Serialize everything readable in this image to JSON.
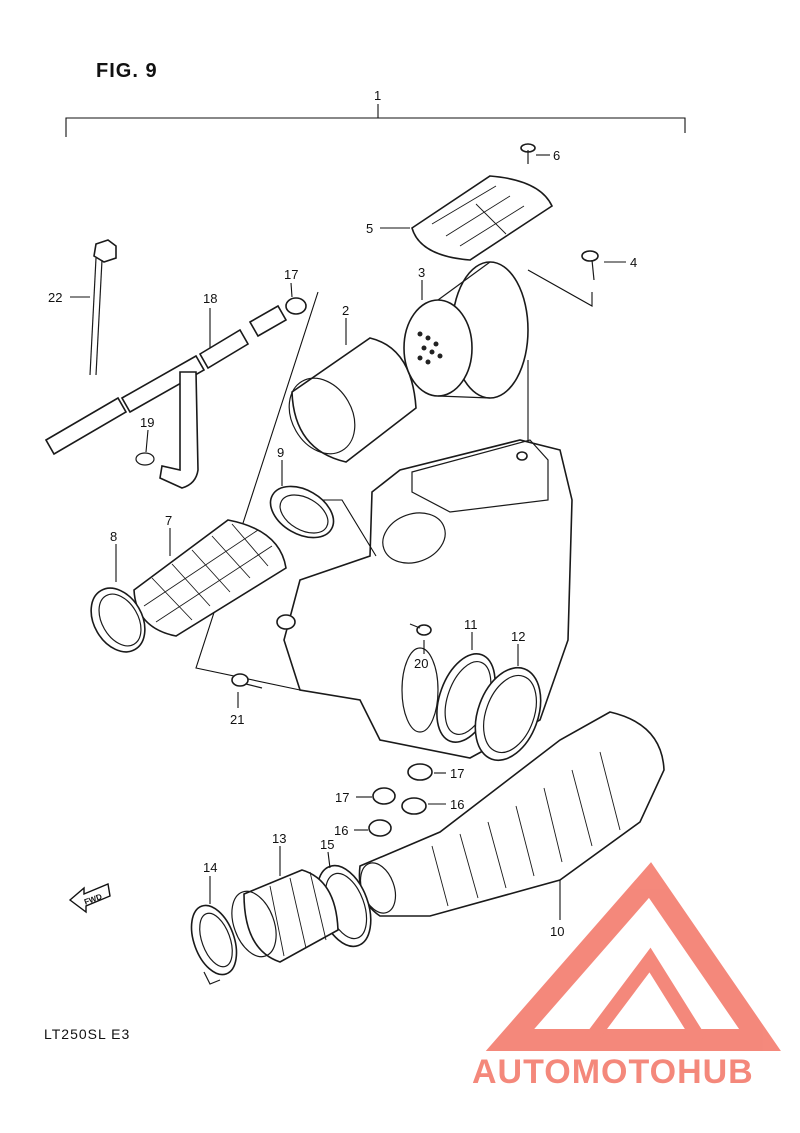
{
  "figure": {
    "title": "FIG. 9",
    "model_code": "LT250SL  E3"
  },
  "watermark": {
    "text": "AUTOMOTOHUB",
    "accent_color": "#f26b5b",
    "secondary_color": "#555555"
  },
  "fwd_badge": {
    "text": "FWD"
  },
  "callouts": {
    "c1": "1",
    "c2": "2",
    "c3": "3",
    "c4": "4",
    "c5": "5",
    "c6": "6",
    "c7": "7",
    "c8": "8",
    "c9": "9",
    "c10": "10",
    "c11": "11",
    "c12": "12",
    "c13": "13",
    "c14": "14",
    "c15": "15",
    "c16a": "16",
    "c16b": "16",
    "c17a": "17",
    "c17b": "17",
    "c17c": "17",
    "c18": "18",
    "c19": "19",
    "c20": "20",
    "c21": "21",
    "c22": "22"
  }
}
